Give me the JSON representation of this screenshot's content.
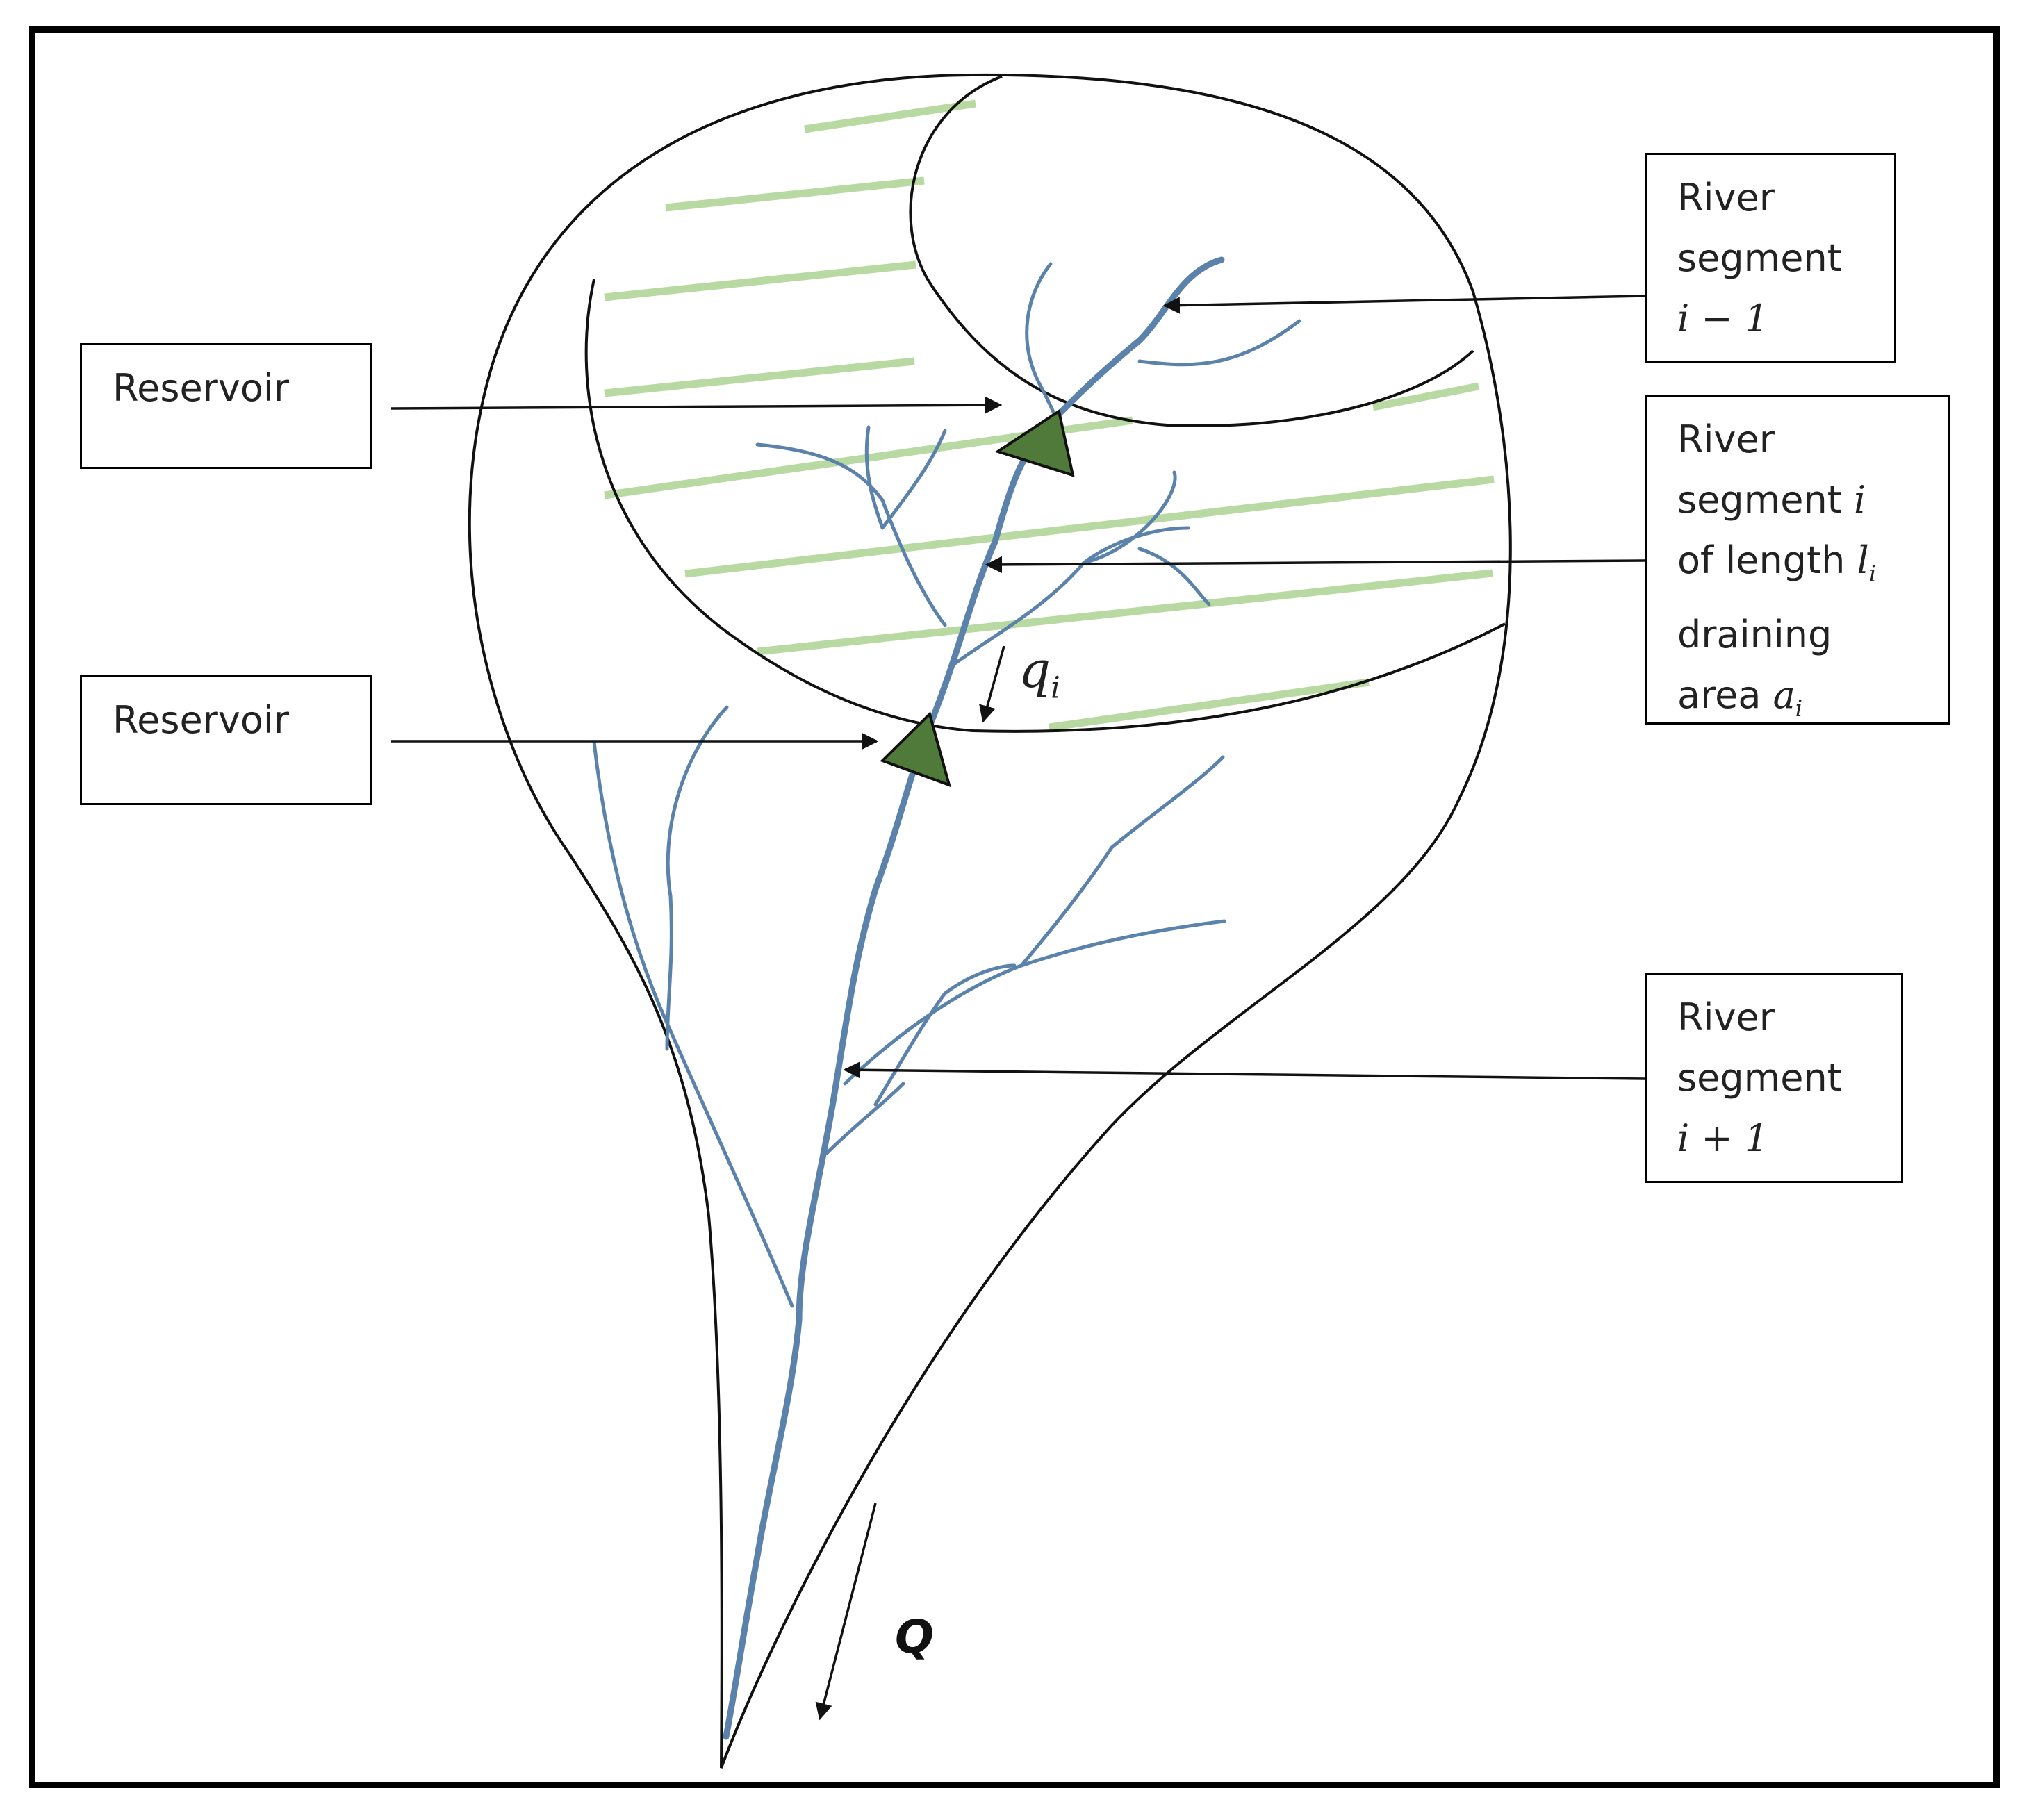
{
  "labels": {
    "reservoir_upper": "Reservoir",
    "reservoir_lower": "Reservoir",
    "segment_prev": {
      "line1": "River",
      "line2": "segment",
      "math": "i − 1"
    },
    "segment_i": {
      "line1": "River",
      "line2": "segment ",
      "line2_math": "i",
      "line3": "of length ",
      "line3_math": "l",
      "line3_sub": "i",
      "line4": "draining",
      "line5": "area ",
      "line5_math": "a",
      "line5_sub": "i"
    },
    "segment_next": {
      "line1": "River",
      "line2": "segment",
      "math": "i + 1"
    },
    "lateral_flow": {
      "symbol": "q",
      "sub": "i"
    },
    "outflow": "Q"
  },
  "colors": {
    "outline": "#111111",
    "river": "#5b82aa",
    "hatch": "#b8d9a2",
    "reservoir": "#4f7a3a"
  }
}
